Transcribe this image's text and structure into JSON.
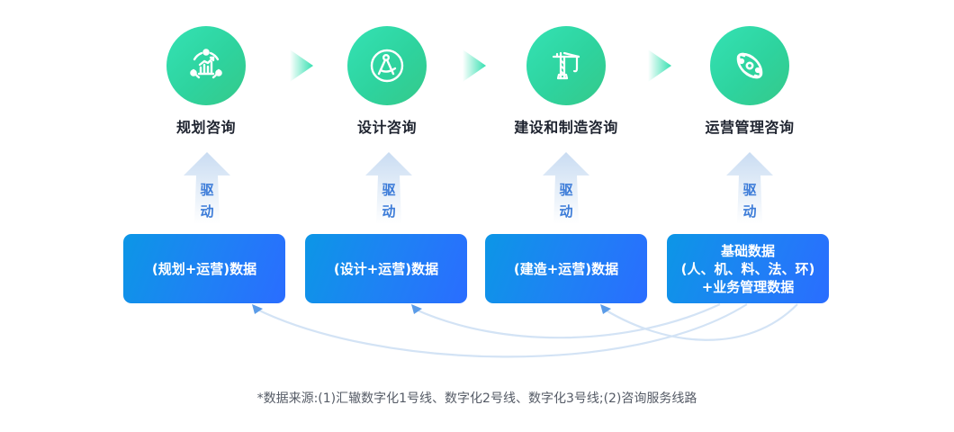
{
  "stages": [
    {
      "label": "规划咨询",
      "icon": "analytics-chart-icon"
    },
    {
      "label": "设计咨询",
      "icon": "compass-drafting-icon"
    },
    {
      "label": "建设和制造咨询",
      "icon": "tower-crane-icon"
    },
    {
      "label": "运营管理咨询",
      "icon": "atom-orbit-icon"
    }
  ],
  "drive_label": [
    "驱",
    "动"
  ],
  "data_sources": [
    {
      "lines": [
        "(规划+运营)数据"
      ]
    },
    {
      "lines": [
        "(设计+运营)数据"
      ]
    },
    {
      "lines": [
        "(建造+运营)数据"
      ]
    },
    {
      "lines": [
        "基础数据",
        "(人、机、料、法、环)",
        "+业务管理数据"
      ]
    }
  ],
  "feedback_links": [
    {
      "from": "基础数据(人、机、料、法、环)+业务管理数据",
      "to": "(规划+运营)数据"
    },
    {
      "from": "基础数据(人、机、料、法、环)+业务管理数据",
      "to": "(设计+运营)数据"
    },
    {
      "from": "基础数据(人、机、料、法、环)+业务管理数据",
      "to": "(建造+运营)数据"
    }
  ],
  "colors": {
    "circle_green": "#2ed39e",
    "box_blue": "#1e82f4",
    "drive_text": "#3b7bd8",
    "link_line": "#d3e3f5"
  },
  "footnote": "*数据来源:(1)汇辙数字化1号线、数字化2号线、数字化3号线;(2)咨询服务线路"
}
